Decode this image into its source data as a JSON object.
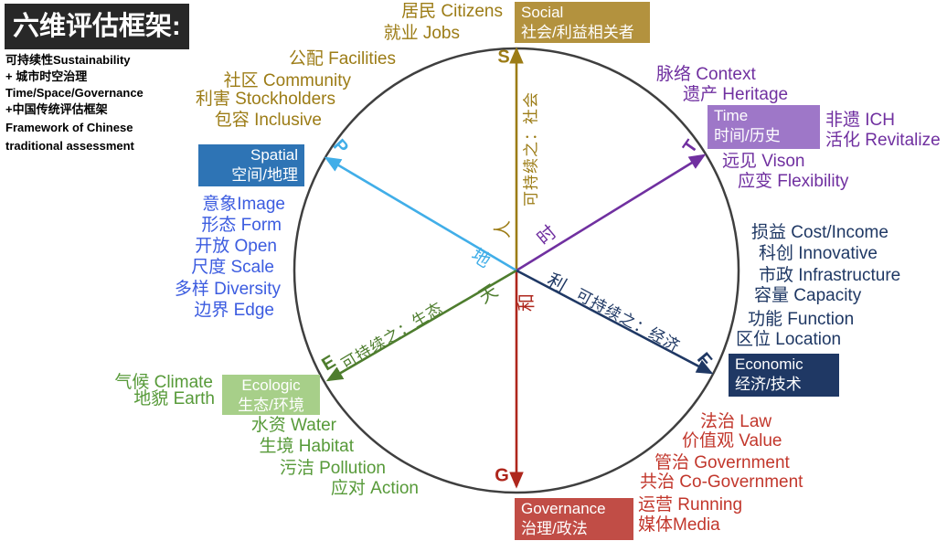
{
  "title": "六维评估框架:",
  "subtitle_lines": [
    "可持续性Sustainability",
    "+ 城市时空治理",
    "Time/Space/Governance",
    "+中国传统评估框架",
    "Framework of Chinese",
    "traditional assessment"
  ],
  "colors": {
    "social": "#9c7c16",
    "social_box": "#b3923e",
    "time": "#7030a0",
    "time_box": "#9e77c8",
    "economic": "#1f3864",
    "economic_box": "#1f3864",
    "governance_text": "#c2372c",
    "governance_box": "#c14d46",
    "governance_axis": "#ae261c",
    "ecologic_text": "#579a39",
    "ecologic_axis": "#4e7d2e",
    "ecologic_box": "#a7cf89",
    "spatial_list": "#3c5ce0",
    "spatial_box": "#2e74b5",
    "spatial_axis": "#41aee8",
    "circle": "#3f3f3f",
    "title_bg": "#282828"
  },
  "axes": {
    "social": {
      "letter": "S",
      "center_char": "人",
      "axis_label": "可持续之：社会",
      "box_en": "Social",
      "box_zh": "社会/利益相关者",
      "items": [
        "居民 Citizens",
        "就业 Jobs",
        "公配 Facilities",
        "社区 Community",
        "利害 Stockholders",
        "包容 Inclusive"
      ]
    },
    "time": {
      "letter": "T",
      "center_char": "时",
      "box_en": "Time",
      "box_zh": "时间/历史",
      "items": [
        "脉络 Context",
        "遗产 Heritage",
        "非遗 ICH",
        "活化 Revitalize",
        "远见 Vison",
        "应变 Flexibility"
      ]
    },
    "economic": {
      "letter": "F",
      "center_char": "利",
      "axis_label": "可持续之：经济",
      "box_en": "Economic",
      "box_zh": "经济/技术",
      "items": [
        "损益 Cost/Income",
        "科创 Innovative",
        "市政 Infrastructure",
        "容量 Capacity",
        "功能 Function",
        "区位 Location"
      ]
    },
    "governance": {
      "letter": "G",
      "center_char": "和",
      "box_en": "Governance",
      "box_zh": "治理/政法",
      "items": [
        "法治 Law",
        "价值观 Value",
        "管治 Government",
        "共治 Co-Government",
        "运营 Running",
        "媒体Media"
      ]
    },
    "ecologic": {
      "letter": "E",
      "center_char": "天",
      "axis_label": "可持续之：生态",
      "box_en": "Ecologic",
      "box_zh": "生态/环境",
      "items": [
        "气候 Climate",
        "地貌 Earth",
        "水资 Water",
        "生境 Habitat",
        "污洁 Pollution",
        "应对 Action"
      ]
    },
    "spatial": {
      "letter": "P",
      "center_char": "地",
      "box_en": "Spatial",
      "box_zh": "空间/地理",
      "items": [
        "意象Image",
        "形态 Form",
        "开放 Open",
        "尺度 Scale",
        "多样 Diversity",
        "边界 Edge"
      ]
    }
  }
}
